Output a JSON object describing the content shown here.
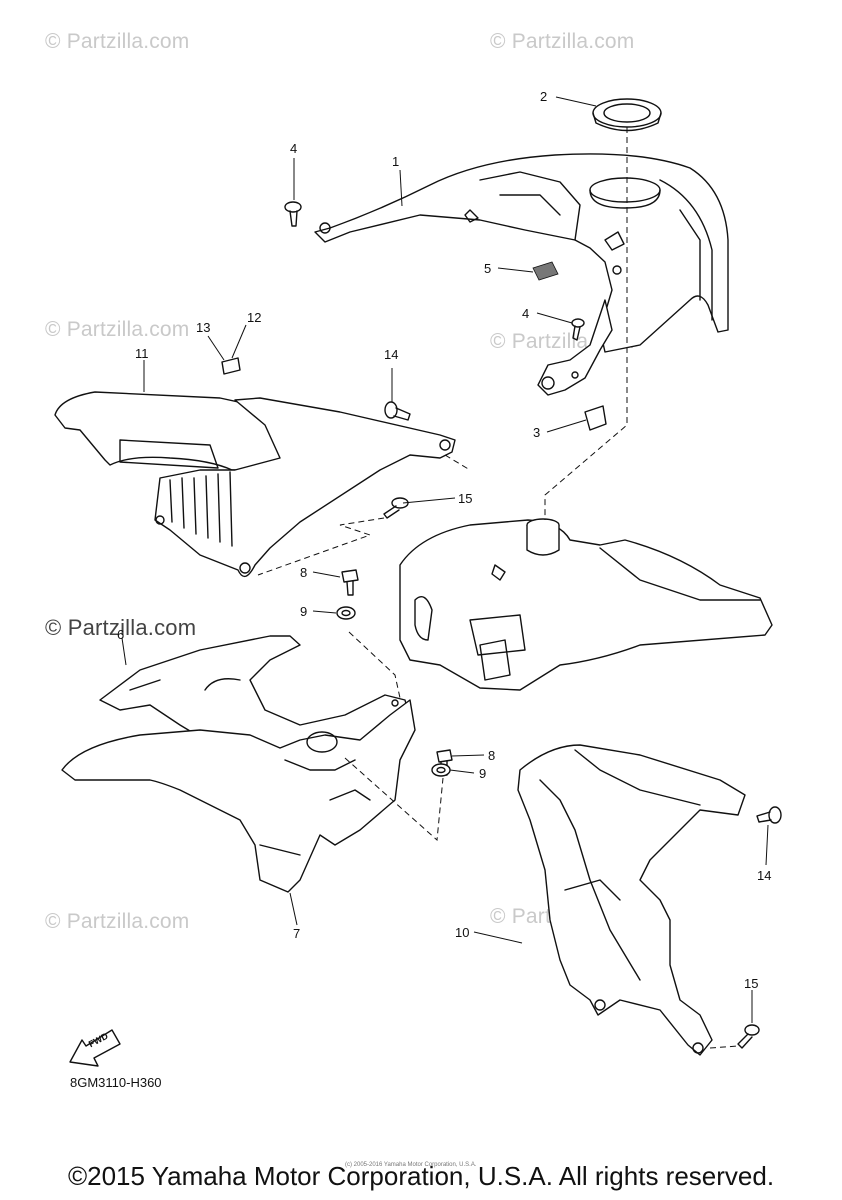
{
  "watermarks": {
    "light": "© Partzilla.com",
    "dark": "© Partzilla.com"
  },
  "callouts": {
    "c1": "1",
    "c2": "2",
    "c3": "3",
    "c4a": "4",
    "c4b": "4",
    "c5": "5",
    "c6": "6",
    "c7": "7",
    "c8a": "8",
    "c8b": "8",
    "c9a": "9",
    "c9b": "9",
    "c10": "10",
    "c11": "11",
    "c12": "12",
    "c13": "13",
    "c14a": "14",
    "c14b": "14",
    "c15a": "15",
    "c15b": "15"
  },
  "fwd_label": "FWD",
  "diagram_ref": "8GM3110-H360",
  "tiny_note": "(c) 2005-2016 Yamaha Motor Corporation, U.S.A.",
  "copyright": "©2015 Yamaha Motor Corporation, U.S.A. All rights reserved."
}
